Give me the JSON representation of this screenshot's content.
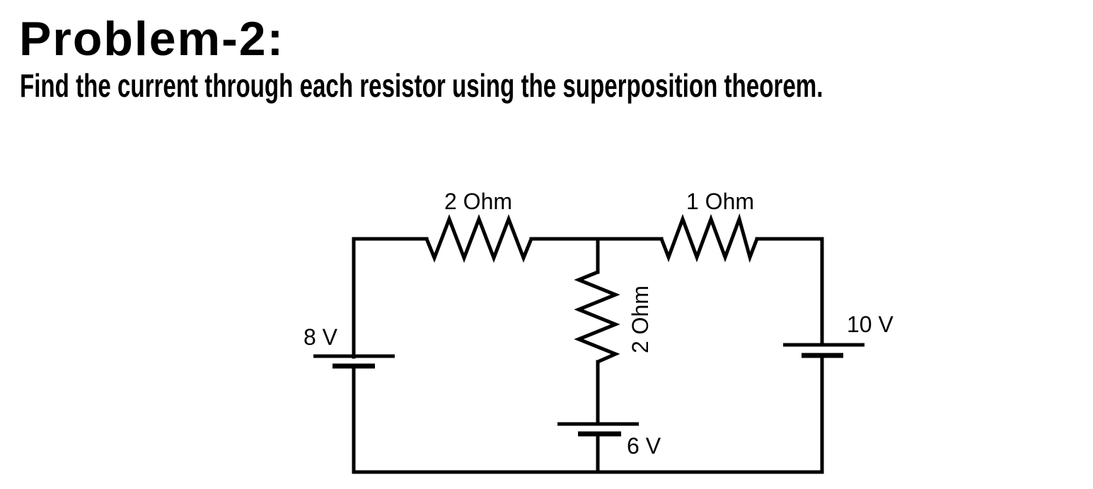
{
  "header": {
    "title": "Problem-2:",
    "subtitle": "Find the current through each resistor using the superposition theorem."
  },
  "circuit": {
    "resistors": [
      {
        "id": "R1",
        "label": "2 Ohm",
        "orientation": "horizontal",
        "location": "top-left branch"
      },
      {
        "id": "R2",
        "label": "1 Ohm",
        "orientation": "horizontal",
        "location": "top-right branch"
      },
      {
        "id": "R3",
        "label": "2 Ohm",
        "orientation": "vertical",
        "location": "middle branch"
      }
    ],
    "voltage_sources": [
      {
        "id": "V1",
        "label": "8 V",
        "location": "left branch"
      },
      {
        "id": "V2",
        "label": "6 V",
        "location": "middle branch bottom"
      },
      {
        "id": "V3",
        "label": "10 V",
        "location": "right branch"
      }
    ],
    "colors": {
      "wire": "#000000",
      "label_text": "#000000",
      "background": "#ffffff"
    }
  }
}
